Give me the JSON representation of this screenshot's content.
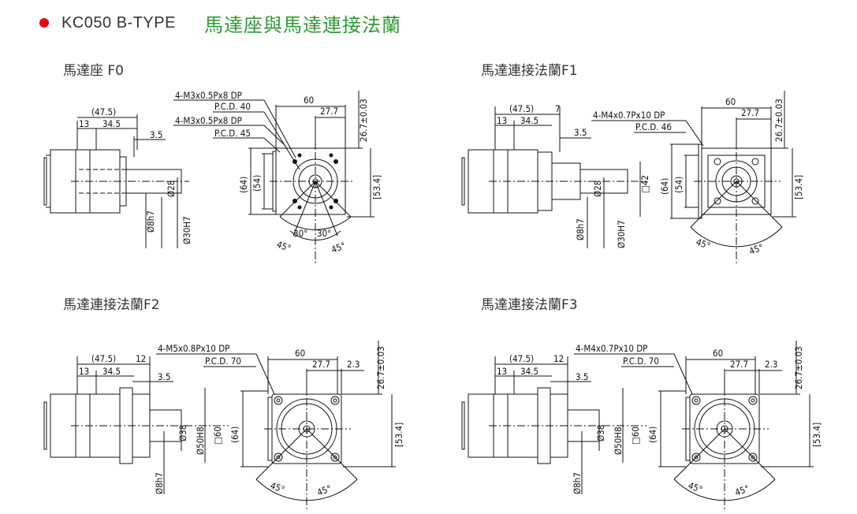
{
  "header": {
    "model": "KC050 B-TYPE",
    "title": "馬達座與馬達連接法蘭",
    "bullet_color": "#e60012",
    "title_color": "#2e9a31"
  },
  "panels": [
    {
      "label": "馬達座 F0",
      "callouts": [
        "4-M3x0.5Px8 DP",
        "P.C.D. 40",
        "4-M3x0.5Px8 DP",
        "P.C.D. 45"
      ],
      "side": {
        "total": "(47.5)",
        "a": "13",
        "b": "34.5",
        "c": "3.5",
        "d1": "Ø28",
        "d2": "Ø8h7",
        "d3": "Ø30H7"
      },
      "front": {
        "w": "60",
        "half": "27.7",
        "tol": "26.7±0.03",
        "h1": "(64)",
        "h2": "(54)",
        "r": "[53.4]",
        "ang1": "30°",
        "ang2": "30°",
        "ang3": "45°",
        "ang4": "45°"
      }
    },
    {
      "label": "馬達連接法蘭F1",
      "callouts": [
        "4-M4x0.7Px10 DP",
        "P.C.D. 46"
      ],
      "side": {
        "total": "(47.5)",
        "t2": "7",
        "a": "13",
        "b": "34.5",
        "c": "3.5",
        "d1": "Ø28",
        "d2": "Ø8h7",
        "d3": "Ø30H7",
        "sq": "□42"
      },
      "front": {
        "w": "60",
        "half": "27.7",
        "tol": "26.7±0.03",
        "h1": "(64)",
        "h2": "(54)",
        "r": "[53.4]",
        "ang3": "45°",
        "ang4": "45°"
      }
    },
    {
      "label": "馬達連接法蘭F2",
      "callouts": [
        "4-M5x0.8Px10 DP",
        "P.C.D. 70"
      ],
      "side": {
        "total": "(47.5)",
        "t2": "12",
        "a": "13",
        "b": "34.5",
        "c": "3.5",
        "d1": "Ø38",
        "d2": "Ø8h7",
        "d3": "Ø50H8",
        "sq": "□60"
      },
      "front": {
        "w": "60",
        "half": "27.7",
        "gap": "2.3",
        "tol": "26.7±0.03",
        "h1": "(64)",
        "r": "[53.4]",
        "ang3": "45°",
        "ang4": "45°"
      }
    },
    {
      "label": "馬達連接法蘭F3",
      "callouts": [
        "4-M4x0.7Px10 DP",
        "P.C.D. 70"
      ],
      "side": {
        "total": "(47.5)",
        "t2": "12",
        "a": "13",
        "b": "34.5",
        "c": "3.5",
        "d1": "Ø38",
        "d2": "Ø8h7",
        "d3": "Ø50H8",
        "sq": "□60"
      },
      "front": {
        "w": "60",
        "half": "27.7",
        "gap": "2.3",
        "tol": "26.7±0.03",
        "h1": "(64)",
        "r": "[53.4]",
        "ang3": "45°",
        "ang4": "45°"
      }
    }
  ]
}
